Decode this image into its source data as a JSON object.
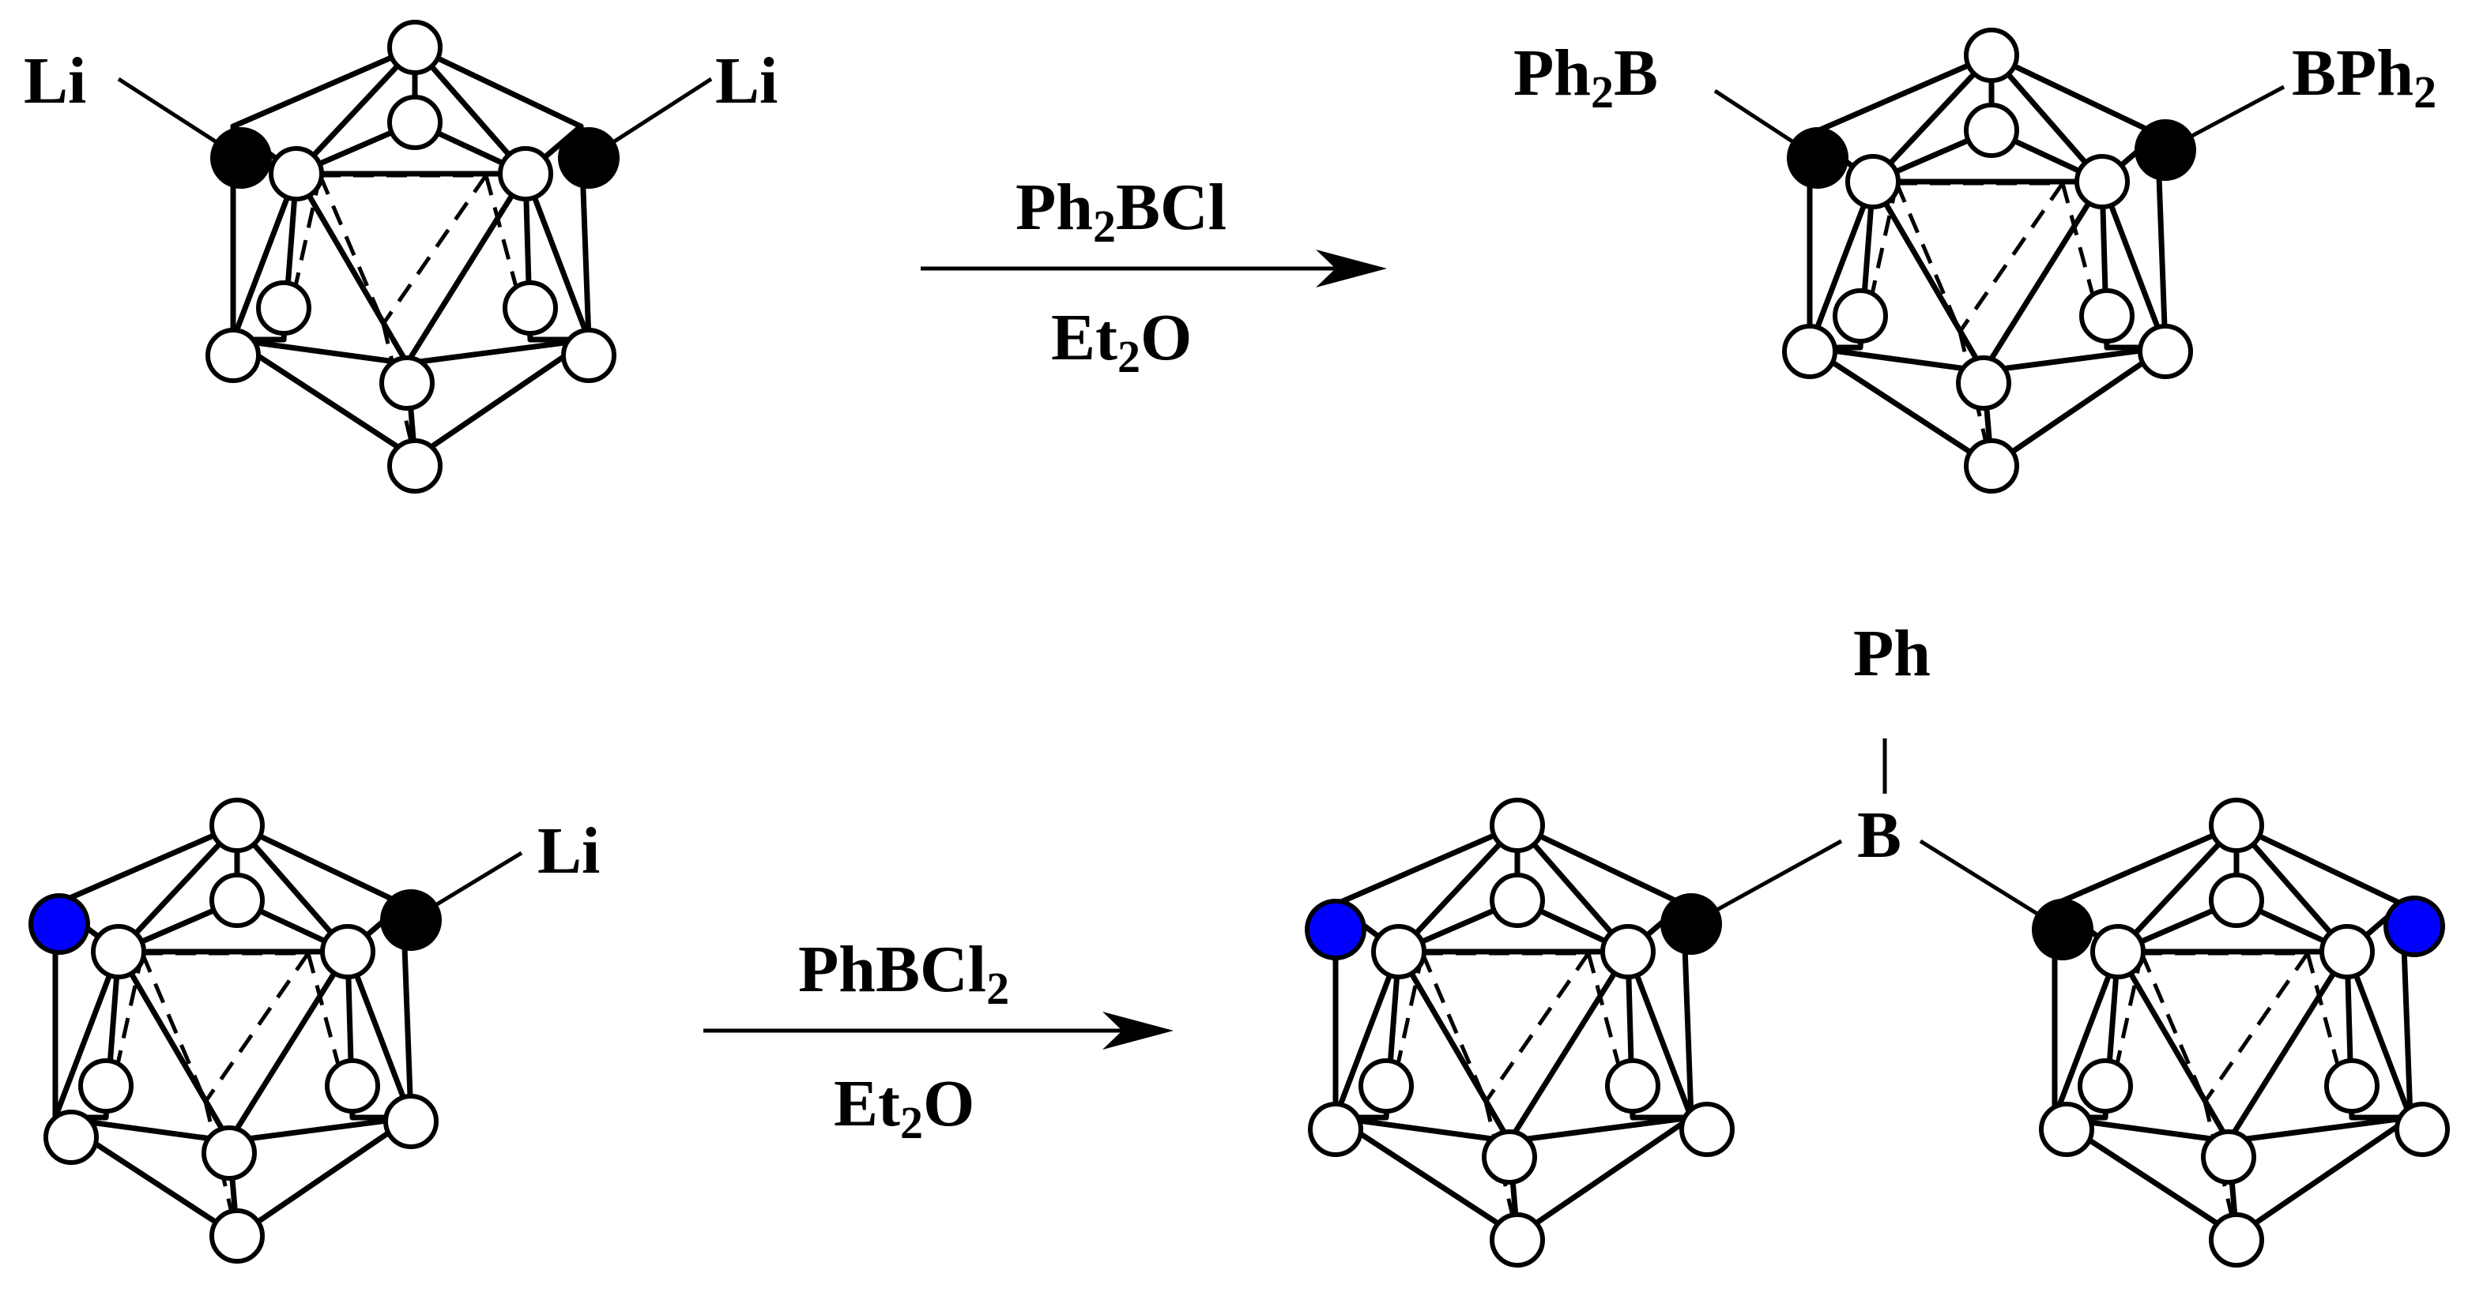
{
  "colors": {
    "boron_vertex": "#ffffff",
    "carbon_vertex": "#000000",
    "highlight_vertex": "#0000ff",
    "line": "#000000"
  },
  "reaction_1": {
    "reactant_substituents": {
      "left": "Li",
      "right": "Li"
    },
    "reagent": {
      "main": "Ph",
      "sub": "2",
      "tail": "BCl"
    },
    "solvent": {
      "main": "Et",
      "sub": "2",
      "tail": "O"
    },
    "product_substituents": {
      "left": {
        "main": "Ph",
        "sub": "2",
        "tail": "B"
      },
      "right": {
        "main": "BPh",
        "sub": "2"
      }
    }
  },
  "reaction_2": {
    "reactant_substituent": "Li",
    "reagent": {
      "main": "PhBCl",
      "sub": "2"
    },
    "solvent": {
      "main": "Et",
      "sub": "2",
      "tail": "O"
    },
    "bridge_atom": "B",
    "bridge_substituent": "Ph"
  }
}
